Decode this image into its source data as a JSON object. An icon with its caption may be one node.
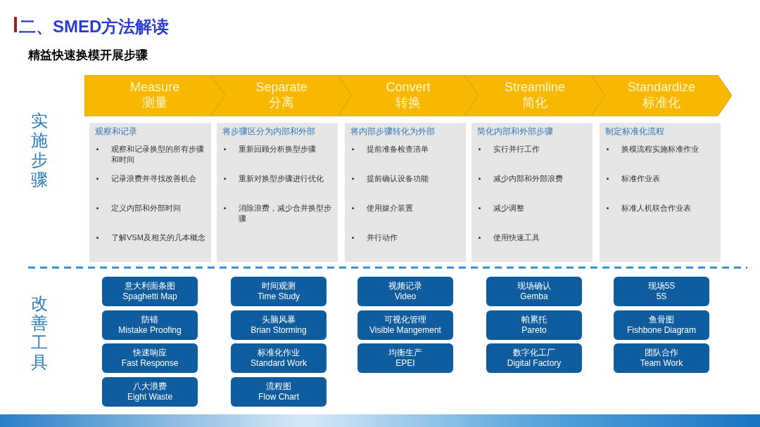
{
  "diagram": {
    "title": "二、SMED方法解读",
    "nodes": [
      {
        "text": [
          "Measure",
          "测量"
        ]
      },
      {
        "text": [
          "Separate",
          "分离"
        ]
      },
      {
        "text": [
          "Convert",
          "转换"
        ]
      },
      {
        "text": [
          "Streamline",
          "简化"
        ]
      },
      {
        "text": [
          "Standardize",
          "标准化"
        ]
      },
      {
        "text": [
          "观察和记录",
          "观察和记录换型的所有步骤和时间",
          "记录浪费并寻找改善机会",
          "定义内部和外部时间",
          "了解VSM及相关的几本概念"
        ]
      },
      {
        "text": [
          "将步骤区分为内部和外部",
          "重新回顾分析换型步骤",
          "重新对换型步骤进行优化",
          "消除浪费，减少合并换型步骤"
        ]
      },
      {
        "text": [
          "将内部步骤转化为外部",
          "提前准备检查清单",
          "提前确认设备功能",
          "使用媒介装置",
          "并行动作"
        ]
      },
      {
        "text": [
          "简化内部和外部步骤",
          "实行并行工作",
          "减少内部和外部浪费",
          "减少调整",
          "使用快速工具"
        ]
      },
      {
        "text": [
          "制定标准化流程",
          "换模流程实施标准作业",
          "标准作业表",
          "标准人机联合作业表"
        ]
      },
      {
        "text": [
          "意大利面条图",
          "Spaghetti Map"
        ]
      },
      {
        "text": [
          "防错",
          "Mistake Proofing"
        ]
      },
      {
        "text": [
          "快速响应",
          "Fast Response"
        ]
      },
      {
        "text": [
          "八大浪费",
          "Eight Waste"
        ]
      },
      {
        "text": [
          "时间观测",
          "Time Study"
        ]
      },
      {
        "text": [
          "头脑风暴",
          "Brian Storming"
        ]
      },
      {
        "text": [
          "标准化作业",
          "Standard Work"
        ]
      },
      {
        "text": [
          "流程图",
          "Flow Chart"
        ]
      },
      {
        "text": [
          "视频记录",
          "Video"
        ]
      },
      {
        "text": [
          "可视化管理",
          "Visible Mangement"
        ]
      },
      {
        "text": [
          "均衡生产",
          "EPEI"
        ]
      },
      {
        "text": [
          "现场确认",
          "Gemba"
        ]
      },
      {
        "text": [
          "帕累托",
          "Pareto"
        ]
      },
      {
        "text": [
          "数字化工厂",
          "Digital Factory"
        ]
      },
      {
        "text": [
          "现场5S",
          "5S"
        ]
      },
      {
        "text": [
          "鱼骨图",
          "Fishbone Diagram"
        ]
      },
      {
        "text": [
          "团队合作",
          "Team Work"
        ]
      }
    ],
    "labels": [
      "精益快速换模开展步骤",
      "实施步骤",
      "改善工具"
    ]
  }
}
